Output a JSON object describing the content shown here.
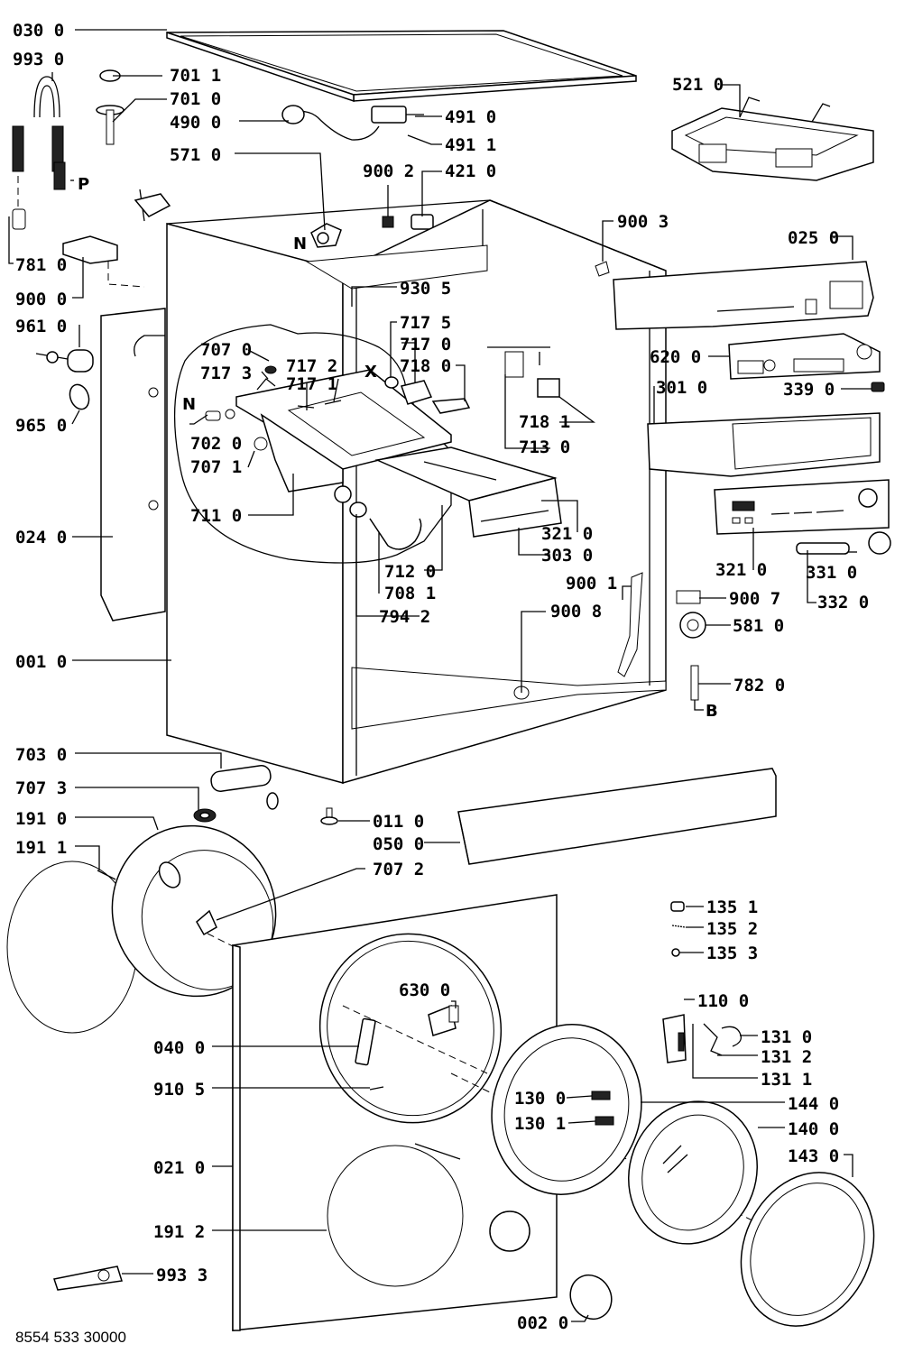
{
  "labels": [
    {
      "id": "030-0",
      "text": "030 0"
    },
    {
      "id": "993-0",
      "text": "993 0"
    },
    {
      "id": "701-1",
      "text": "701 1"
    },
    {
      "id": "701-0",
      "text": "701 0"
    },
    {
      "id": "490-0",
      "text": "490 0"
    },
    {
      "id": "491-0",
      "text": "491 0"
    },
    {
      "id": "491-1",
      "text": "491 1"
    },
    {
      "id": "571-0",
      "text": "571 0"
    },
    {
      "id": "521-0",
      "text": "521 0"
    },
    {
      "id": "900-2",
      "text": "900 2"
    },
    {
      "id": "421-0",
      "text": "421 0"
    },
    {
      "id": "900-3",
      "text": "900 3"
    },
    {
      "id": "781-0",
      "text": "781 0"
    },
    {
      "id": "025-0",
      "text": "025 0"
    },
    {
      "id": "900-0",
      "text": "900 0"
    },
    {
      "id": "930-5",
      "text": "930 5"
    },
    {
      "id": "961-0",
      "text": "961 0"
    },
    {
      "id": "717-5",
      "text": "717 5"
    },
    {
      "id": "707-0",
      "text": "707 0"
    },
    {
      "id": "717-0",
      "text": "717 0"
    },
    {
      "id": "620-0",
      "text": "620 0"
    },
    {
      "id": "717-3",
      "text": "717 3"
    },
    {
      "id": "717-2",
      "text": "717 2"
    },
    {
      "id": "717-1",
      "text": "717 1"
    },
    {
      "id": "718-0",
      "text": "718 0"
    },
    {
      "id": "339-0",
      "text": "339 0"
    },
    {
      "id": "301-0",
      "text": "301 0"
    },
    {
      "id": "965-0",
      "text": "965 0"
    },
    {
      "id": "718-1",
      "text": "718 1"
    },
    {
      "id": "702-0",
      "text": "702 0"
    },
    {
      "id": "713-0",
      "text": "713 0"
    },
    {
      "id": "707-1",
      "text": "707 1"
    },
    {
      "id": "711-0",
      "text": "711 0"
    },
    {
      "id": "321-0a",
      "text": "321 0"
    },
    {
      "id": "024-0",
      "text": "024 0"
    },
    {
      "id": "303-0",
      "text": "303 0"
    },
    {
      "id": "321-0b",
      "text": "321 0"
    },
    {
      "id": "331-0",
      "text": "331 0"
    },
    {
      "id": "712-0",
      "text": "712 0"
    },
    {
      "id": "708-1",
      "text": "708 1"
    },
    {
      "id": "900-1",
      "text": "900 1"
    },
    {
      "id": "900-7",
      "text": "900 7"
    },
    {
      "id": "332-0",
      "text": "332 0"
    },
    {
      "id": "794-2",
      "text": "794 2"
    },
    {
      "id": "900-8",
      "text": "900 8"
    },
    {
      "id": "581-0",
      "text": "581 0"
    },
    {
      "id": "001-0",
      "text": "001 0"
    },
    {
      "id": "782-0",
      "text": "782 0"
    },
    {
      "id": "703-0",
      "text": "703 0"
    },
    {
      "id": "707-3",
      "text": "707 3"
    },
    {
      "id": "191-0",
      "text": "191 0"
    },
    {
      "id": "011-0",
      "text": "011 0"
    },
    {
      "id": "050-0",
      "text": "050 0"
    },
    {
      "id": "191-1",
      "text": "191 1"
    },
    {
      "id": "707-2",
      "text": "707 2"
    },
    {
      "id": "135-1",
      "text": "135 1"
    },
    {
      "id": "135-2",
      "text": "135 2"
    },
    {
      "id": "135-3",
      "text": "135 3"
    },
    {
      "id": "630-0",
      "text": "630 0"
    },
    {
      "id": "110-0",
      "text": "110 0"
    },
    {
      "id": "040-0",
      "text": "040 0"
    },
    {
      "id": "131-0",
      "text": "131 0"
    },
    {
      "id": "131-2",
      "text": "131 2"
    },
    {
      "id": "131-1",
      "text": "131 1"
    },
    {
      "id": "910-5",
      "text": "910 5"
    },
    {
      "id": "130-0",
      "text": "130 0"
    },
    {
      "id": "144-0",
      "text": "144 0"
    },
    {
      "id": "130-1",
      "text": "130 1"
    },
    {
      "id": "140-0",
      "text": "140 0"
    },
    {
      "id": "143-0",
      "text": "143 0"
    },
    {
      "id": "021-0",
      "text": "021 0"
    },
    {
      "id": "191-2",
      "text": "191 2"
    },
    {
      "id": "993-3",
      "text": "993 3"
    },
    {
      "id": "002-0",
      "text": "002 0"
    }
  ],
  "markers": {
    "p": "P",
    "n_top": "N",
    "n_left": "N",
    "x": "X",
    "b": "B"
  },
  "footer": {
    "code": "8554 533 30000"
  }
}
